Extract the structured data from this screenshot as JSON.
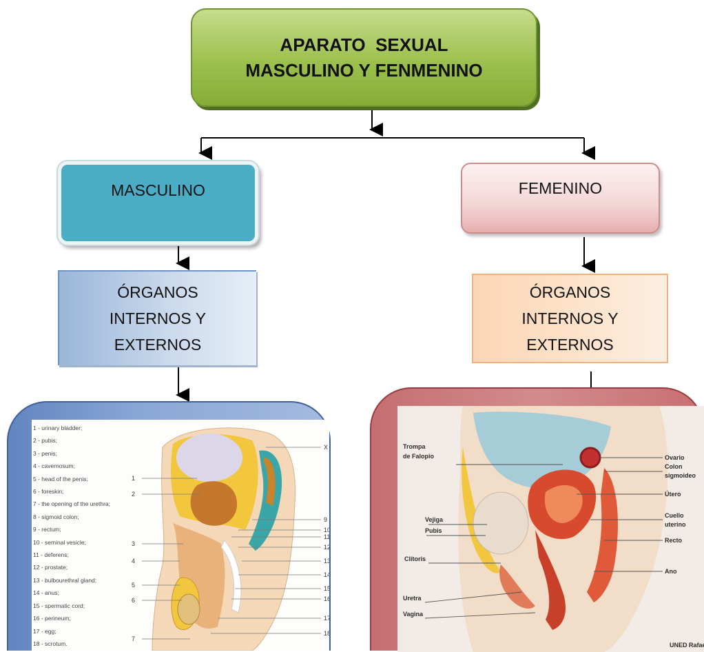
{
  "title": {
    "line1": "APARATO  SEXUAL",
    "line2": "MASCULINO Y FENMENINO"
  },
  "masculino": {
    "label": "MASCULINO"
  },
  "femenino": {
    "label": "FEMENINO"
  },
  "organos_masc": {
    "line1": "ÓRGANOS",
    "line2": "INTERNOS Y",
    "line3": "EXTERNOS"
  },
  "organos_fem": {
    "line1": "ÓRGANOS",
    "line2": "INTERNOS Y",
    "line3": "EXTERNOS"
  },
  "male_image": {
    "legend": [
      "1 - urinary bladder;",
      "2 - pubis;",
      "3 - penis;",
      "4 - cavernosum;",
      "5 - head of the penis;",
      "6 - foreskin;",
      "7 - the opening of the urethra;",
      "8 - sigmoid colon;",
      "9 - rectum;",
      "10 - seminal vesicle;",
      "11 - deferens;",
      "12 - prostate;",
      "13 - bulbourethral gland;",
      "14 - anus;",
      "15 - spermatic cord;",
      "16 - perineum;",
      "17 - egg;",
      "18 - scrotum."
    ],
    "left_numbers": [
      "1",
      "2",
      "3",
      "4",
      "5",
      "6",
      "7"
    ],
    "right_numbers": [
      "X",
      "9",
      "10",
      "11",
      "12",
      "13",
      "14",
      "15",
      "16",
      "17",
      "18"
    ]
  },
  "female_image": {
    "left_labels": [
      "Trompa",
      "de Falopio",
      "Vejiga",
      "Pubis",
      "Clítoris",
      "Uretra",
      "Vagina"
    ],
    "right_labels": [
      "Ovario",
      "Colon",
      "sigmoideo",
      "Útero",
      "Cuello",
      "uterino",
      "Recto",
      "Ano"
    ],
    "credit": "UNED Rafael"
  }
}
